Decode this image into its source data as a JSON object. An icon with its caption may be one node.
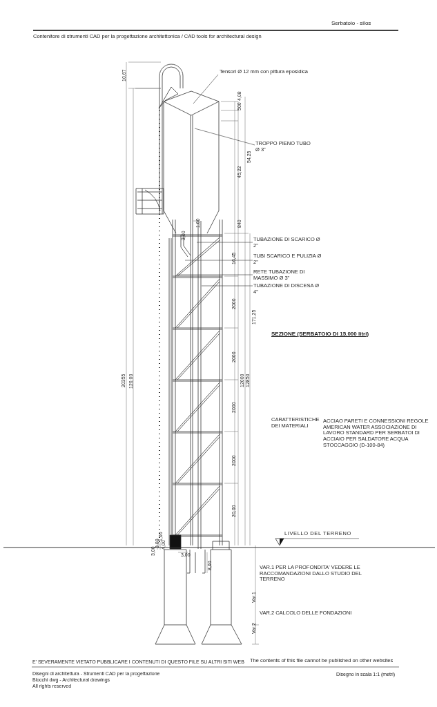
{
  "diagram": {
    "nodes": [
      {
        "text": [
          "Tensori Ø 12 mm con pittura eposidica"
        ]
      },
      {
        "text": [
          "TROPPO PIENO TUBO Ø 3\""
        ]
      },
      {
        "text": [
          "TUBAZIONE DI SCARICO Ø 2\""
        ]
      },
      {
        "text": [
          "TUBI SCARICO E PULIZIA Ø 2\""
        ]
      },
      {
        "text": [
          "RETE TUBAZIONE DI MASSIMO Ø 3\""
        ]
      },
      {
        "text": [
          "TUBAZIONE DI DISCESA Ø 4\""
        ]
      }
    ],
    "edges": [
      {
        "from": 0,
        "to": null,
        "arrow": "none"
      },
      {
        "from": 1,
        "to": null,
        "arrow": "none"
      },
      {
        "from": 2,
        "to": null,
        "arrow": "none"
      },
      {
        "from": 3,
        "to": null,
        "arrow": "none"
      },
      {
        "from": 4,
        "to": null,
        "arrow": "none"
      },
      {
        "from": 5,
        "to": null,
        "arrow": "none"
      }
    ],
    "labels": [
      "Serbatoio - silos",
      "Contenitore di strumenti CAD per la progettazione architettonica  /  CAD tools for architectural design",
      "10,67",
      "4,08",
      "500",
      "54,25",
      "45,22",
      "1,00",
      "840",
      "3,00",
      "16,45",
      "2000",
      "171,25",
      "SEZIONE (SERBATOIO DI 15.000 litri)",
      "2000",
      "20355",
      "120,00",
      "12000",
      "12850",
      "2000",
      "CARATTERISTICHE DEI MATERIALI",
      "ACCIAO PARETI E CONNESSIONI REGOLE AMERICAN WATER ASSOCIAZIONE DI LAVORO STANDARD PER SERBATOI DI ACCIAIO PER SALDATORE ACQUA STOCCAGGIO (D-100-84)",
      "2000",
      "20,00",
      "LIVELLO DEL TERRENO",
      "3,00",
      "3,00",
      "1,00",
      "4,00",
      "3,00",
      "8,00",
      "VAR.1 PER LA PROFONDITA' VEDERE LE RACCOMANDAZIONI DALLO STUDIO DEL TERRENO",
      "Var.1",
      "VAR.2 CALCOLO DELLE FONDAZIONI",
      "Var.2",
      "E' SEVERAMENTE VIETATO PUBBLICARE I CONTENUTI DI QUESTO FILE SU ALTRI SITI WEB",
      "The contents of this file cannot be published on other websites",
      "Disegni di architettura - Strumenti CAD  per la progettazione",
      "Blocchi dwg - Architectural drawings",
      "All rights reserved",
      "Disegno in scala 1:1 (metri)"
    ]
  }
}
